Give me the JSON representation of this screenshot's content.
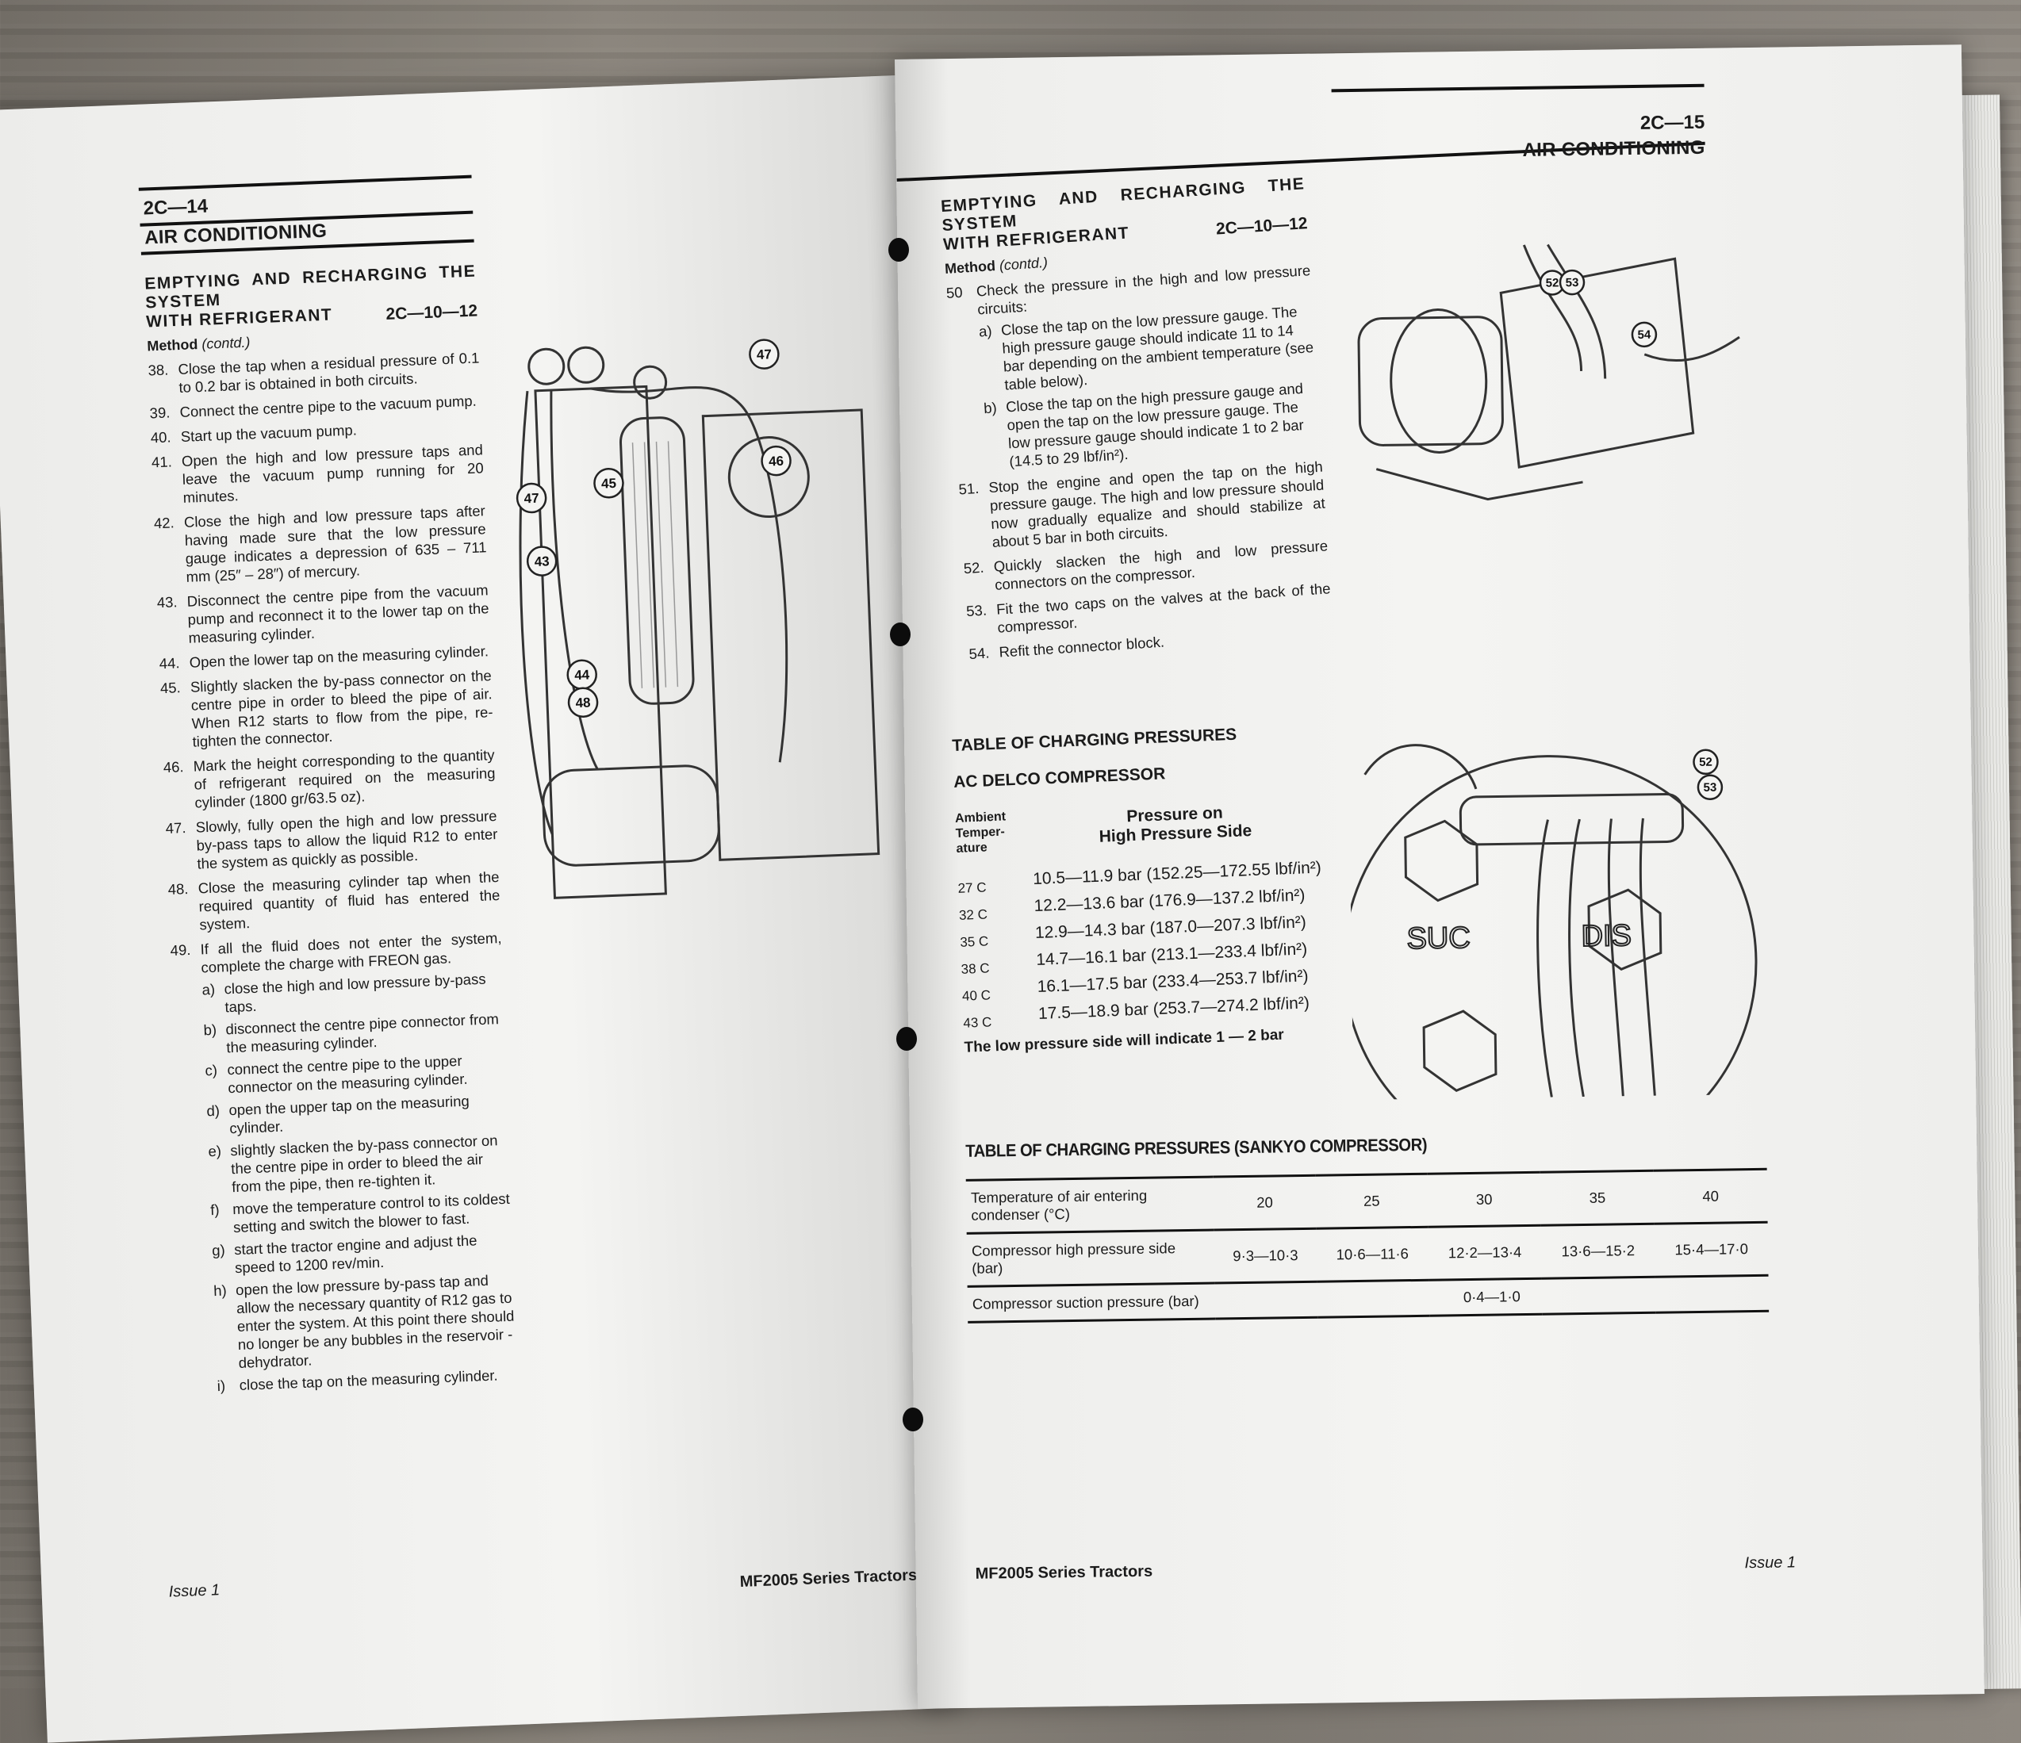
{
  "left_page": {
    "page_number": "2C—14",
    "section": "AIR CONDITIONING",
    "heading_line1": "EMPTYING AND RECHARGING THE SYSTEM",
    "heading_line2": "WITH REFRIGERANT",
    "reference": "2C—10—12",
    "method": "Method",
    "method_note": "(contd.)",
    "steps": [
      {
        "n": "38.",
        "t": "Close the tap when a residual pressure of 0.1 to 0.2 bar is obtained in both circuits."
      },
      {
        "n": "39.",
        "t": "Connect the centre pipe to the vacuum pump."
      },
      {
        "n": "40.",
        "t": "Start up the vacuum pump."
      },
      {
        "n": "41.",
        "t": "Open the high and low pressure taps and leave the vacuum pump running for 20 minutes."
      },
      {
        "n": "42.",
        "t": "Close the high and low pressure taps after having made sure that the low pressure gauge indicates a depression of 635 – 711 mm (25″ – 28″) of mercury."
      },
      {
        "n": "43.",
        "t": "Disconnect the centre pipe from the vacuum pump and reconnect it to the lower tap on the measuring cylinder."
      },
      {
        "n": "44.",
        "t": "Open the lower tap on the measuring cylinder."
      },
      {
        "n": "45.",
        "t": "Slightly slacken the by-pass connector on the centre pipe in order to bleed the pipe of air. When R12 starts to flow from the pipe, re-tighten the connector."
      },
      {
        "n": "46.",
        "t": "Mark the height corresponding to the quantity of refrigerant required on the measuring cylinder (1800 gr/63.5 oz)."
      },
      {
        "n": "47.",
        "t": "Slowly, fully open the high and low pressure by-pass taps to allow the liquid R12 to enter the system as quickly as possible."
      },
      {
        "n": "48.",
        "t": "Close the measuring cylinder tap when the required quantity of fluid has entered the system."
      },
      {
        "n": "49.",
        "t": "If all the fluid does not enter the system, complete the charge with FREON gas."
      }
    ],
    "substeps": [
      {
        "n": "a)",
        "t": "close the high and low pressure by-pass taps."
      },
      {
        "n": "b)",
        "t": "disconnect the centre pipe connector from the measuring cylinder."
      },
      {
        "n": "c)",
        "t": "connect the centre pipe to the upper connector on the measuring cylinder."
      },
      {
        "n": "d)",
        "t": "open the upper tap on the measuring cylinder."
      },
      {
        "n": "e)",
        "t": "slightly slacken the by-pass connector on the centre pipe in order to bleed the air from the pipe, then re-tighten it."
      },
      {
        "n": "f)",
        "t": "move the temperature control to its coldest setting and switch the blower to fast."
      },
      {
        "n": "g)",
        "t": "start the tractor engine and adjust the speed to 1200 rev/min."
      },
      {
        "n": "h)",
        "t": "open the low pressure by-pass tap and allow the necessary quantity of R12 gas to enter the system. At this point there should no longer be any bubbles in the reservoir -dehydrator."
      },
      {
        "n": "i)",
        "t": "close the tap on the measuring cylinder."
      }
    ],
    "figure_callouts": [
      "47",
      "45",
      "46",
      "47",
      "43",
      "44",
      "48"
    ],
    "footer_issue": "Issue 1",
    "footer_title": "MF2005 Series Tractors"
  },
  "right_page": {
    "page_number": "2C—15",
    "section": "AIR CONDITIONING",
    "heading_line1": "EMPTYING AND RECHARGING THE SYSTEM",
    "heading_line2": "WITH REFRIGERANT",
    "reference": "2C—10—12",
    "method": "Method",
    "method_note": "(contd.)",
    "steps": [
      {
        "n": "50",
        "t": "Check the pressure in the high and low pressure circuits:"
      }
    ],
    "step50_sub": [
      {
        "n": "a)",
        "t": "Close the tap on the low pressure gauge. The high pressure gauge should indicate 11 to 14 bar depending on the ambient temperature (see table below)."
      },
      {
        "n": "b)",
        "t": "Close the tap on the high pressure gauge and open the tap on the low pressure gauge. The low pressure gauge should indicate 1 to 2 bar (14.5 to 29 lbf/in²)."
      }
    ],
    "steps_after": [
      {
        "n": "51.",
        "t": "Stop the engine and open the tap on the high pressure gauge. The high and low pressure should now gradually equalize and should stabilize at about 5 bar in both circuits."
      },
      {
        "n": "52.",
        "t": "Quickly slacken the high and low pressure connectors on the compressor."
      },
      {
        "n": "53.",
        "t": "Fit the two caps on the valves at the back of the compressor."
      },
      {
        "n": "54.",
        "t": "Refit the connector block."
      }
    ],
    "ac_delco": {
      "title": "TABLE OF CHARGING PRESSURES",
      "subtitle": "AC DELCO COMPRESSOR",
      "col1_header": "Ambient Temper-ature",
      "col2_header_line1": "Pressure on",
      "col2_header_line2": "High Pressure Side",
      "rows": [
        {
          "temp": "27 C",
          "pressure": "10.5—11.9 bar (152.25—172.55 lbf/in²)"
        },
        {
          "temp": "32 C",
          "pressure": "12.2—13.6 bar (176.9—137.2 lbf/in²)"
        },
        {
          "temp": "35 C",
          "pressure": "12.9—14.3 bar (187.0—207.3 lbf/in²)"
        },
        {
          "temp": "38 C",
          "pressure": "14.7—16.1 bar (213.1—233.4 lbf/in²)"
        },
        {
          "temp": "40 C",
          "pressure": "16.1—17.5 bar (233.4—253.7 lbf/in²)"
        },
        {
          "temp": "43 C",
          "pressure": "17.5—18.9 bar (253.7—274.2 lbf/in²)"
        }
      ],
      "note": "The low pressure side will indicate 1 — 2 bar"
    },
    "sankyo": {
      "title": "TABLE OF CHARGING PRESSURES (SANKYO COMPRESSOR)",
      "row1_label": "Temperature of air entering condenser (°C)",
      "temps": [
        "20",
        "25",
        "30",
        "35",
        "40"
      ],
      "row2_label": "Compressor high pressure side (bar)",
      "high": [
        "9·3—10·3",
        "10·6—11·6",
        "12·2—13·4",
        "13·6—15·2",
        "15·4—17·0"
      ],
      "row3_label": "Compressor suction pressure (bar)",
      "suction": "0·4—1·0"
    },
    "figure_top_callouts": [
      "52",
      "53",
      "54"
    ],
    "figure_bottom_callouts": [
      "52",
      "53"
    ],
    "figure_bottom_labels": [
      "SUC",
      "DIS"
    ],
    "footer_title": "MF2005 Series Tractors",
    "footer_issue": "Issue 1"
  }
}
